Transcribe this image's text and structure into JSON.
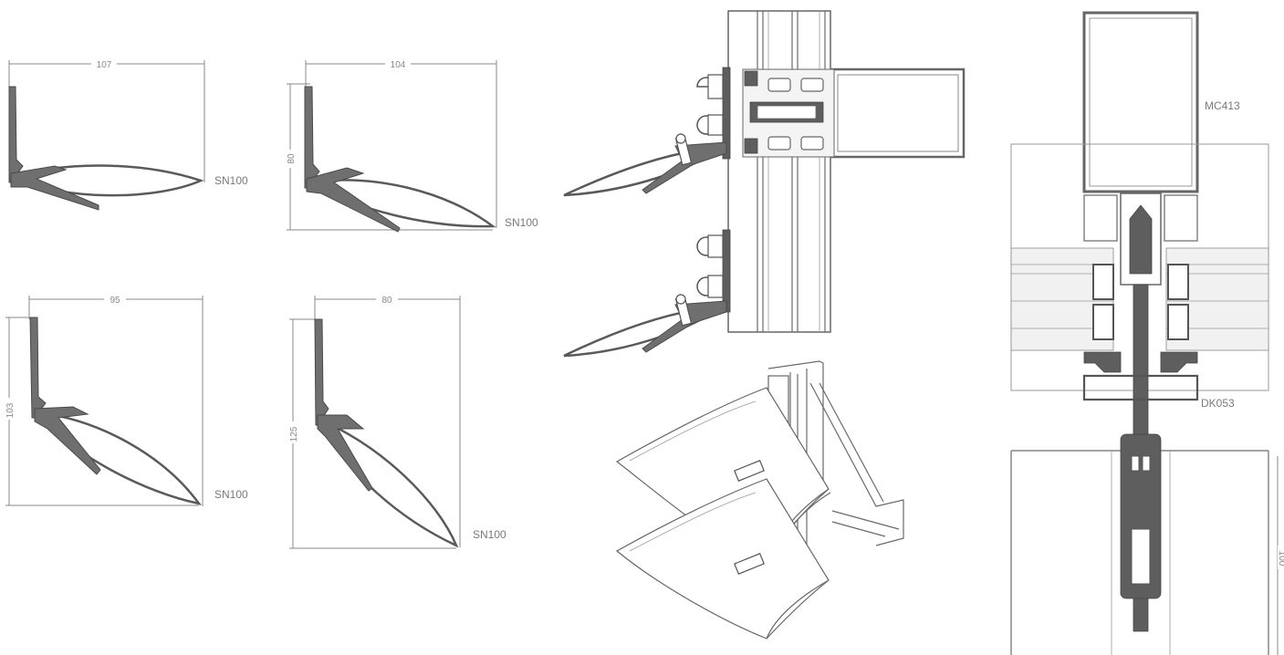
{
  "profiles": [
    {
      "width_label": "107",
      "height_label": "",
      "code": "SN100"
    },
    {
      "width_label": "104",
      "height_label": "80",
      "code": "SN100"
    },
    {
      "width_label": "95",
      "height_label": "103",
      "code": "SN100"
    },
    {
      "width_label": "80",
      "height_label": "125",
      "code": "SN100"
    }
  ],
  "section": {
    "top_label": "MC413",
    "mid_label": "DK053",
    "side_label": "100"
  }
}
